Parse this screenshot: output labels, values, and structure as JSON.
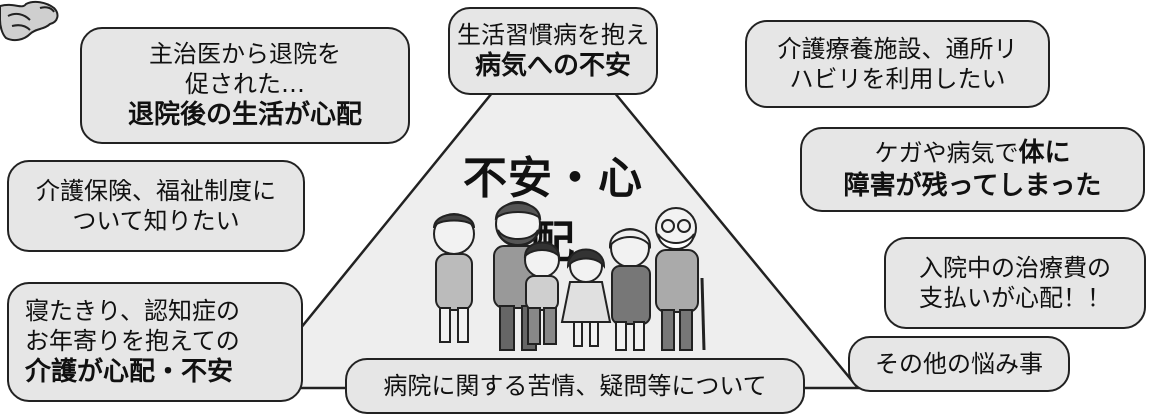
{
  "central_title": "不安・心配",
  "boxes": {
    "illness_anxiety": {
      "line1": "生活習慣病を抱え",
      "line2": "病気への不安"
    },
    "discharge_worry": {
      "line1": "主治医から退院を",
      "line2": "促された…",
      "line3": "退院後の生活が心配"
    },
    "care_facility": {
      "line1": "介護療養施設、通所リ",
      "line2": "ハビリを利用したい"
    },
    "injury_disability": {
      "line1_plain": "ケガや病気で",
      "line1_bold": "体に",
      "line2": "障害が残ってしまった"
    },
    "insurance_info": {
      "line1": "介護保険、福祉制度に",
      "line2": "ついて知りたい"
    },
    "hospital_fees": {
      "line1": "入院中の治療費の",
      "line2": "支払いが心配！！"
    },
    "elderly_care": {
      "line1": "寝たきり、認知症の",
      "line2": "お年寄りを抱えての",
      "line3": "介護が心配・不安"
    },
    "complaints": {
      "line1": "病院に関する苦情、疑問等について"
    },
    "other": {
      "line1": "その他の悩み事"
    }
  },
  "icons": {
    "family": "family-illustration-icon",
    "bird": "bird-mascot-icon"
  },
  "colors": {
    "box_fill": "#e6e6e6",
    "border": "#222222",
    "triangle_fill": "#eeeeee"
  }
}
